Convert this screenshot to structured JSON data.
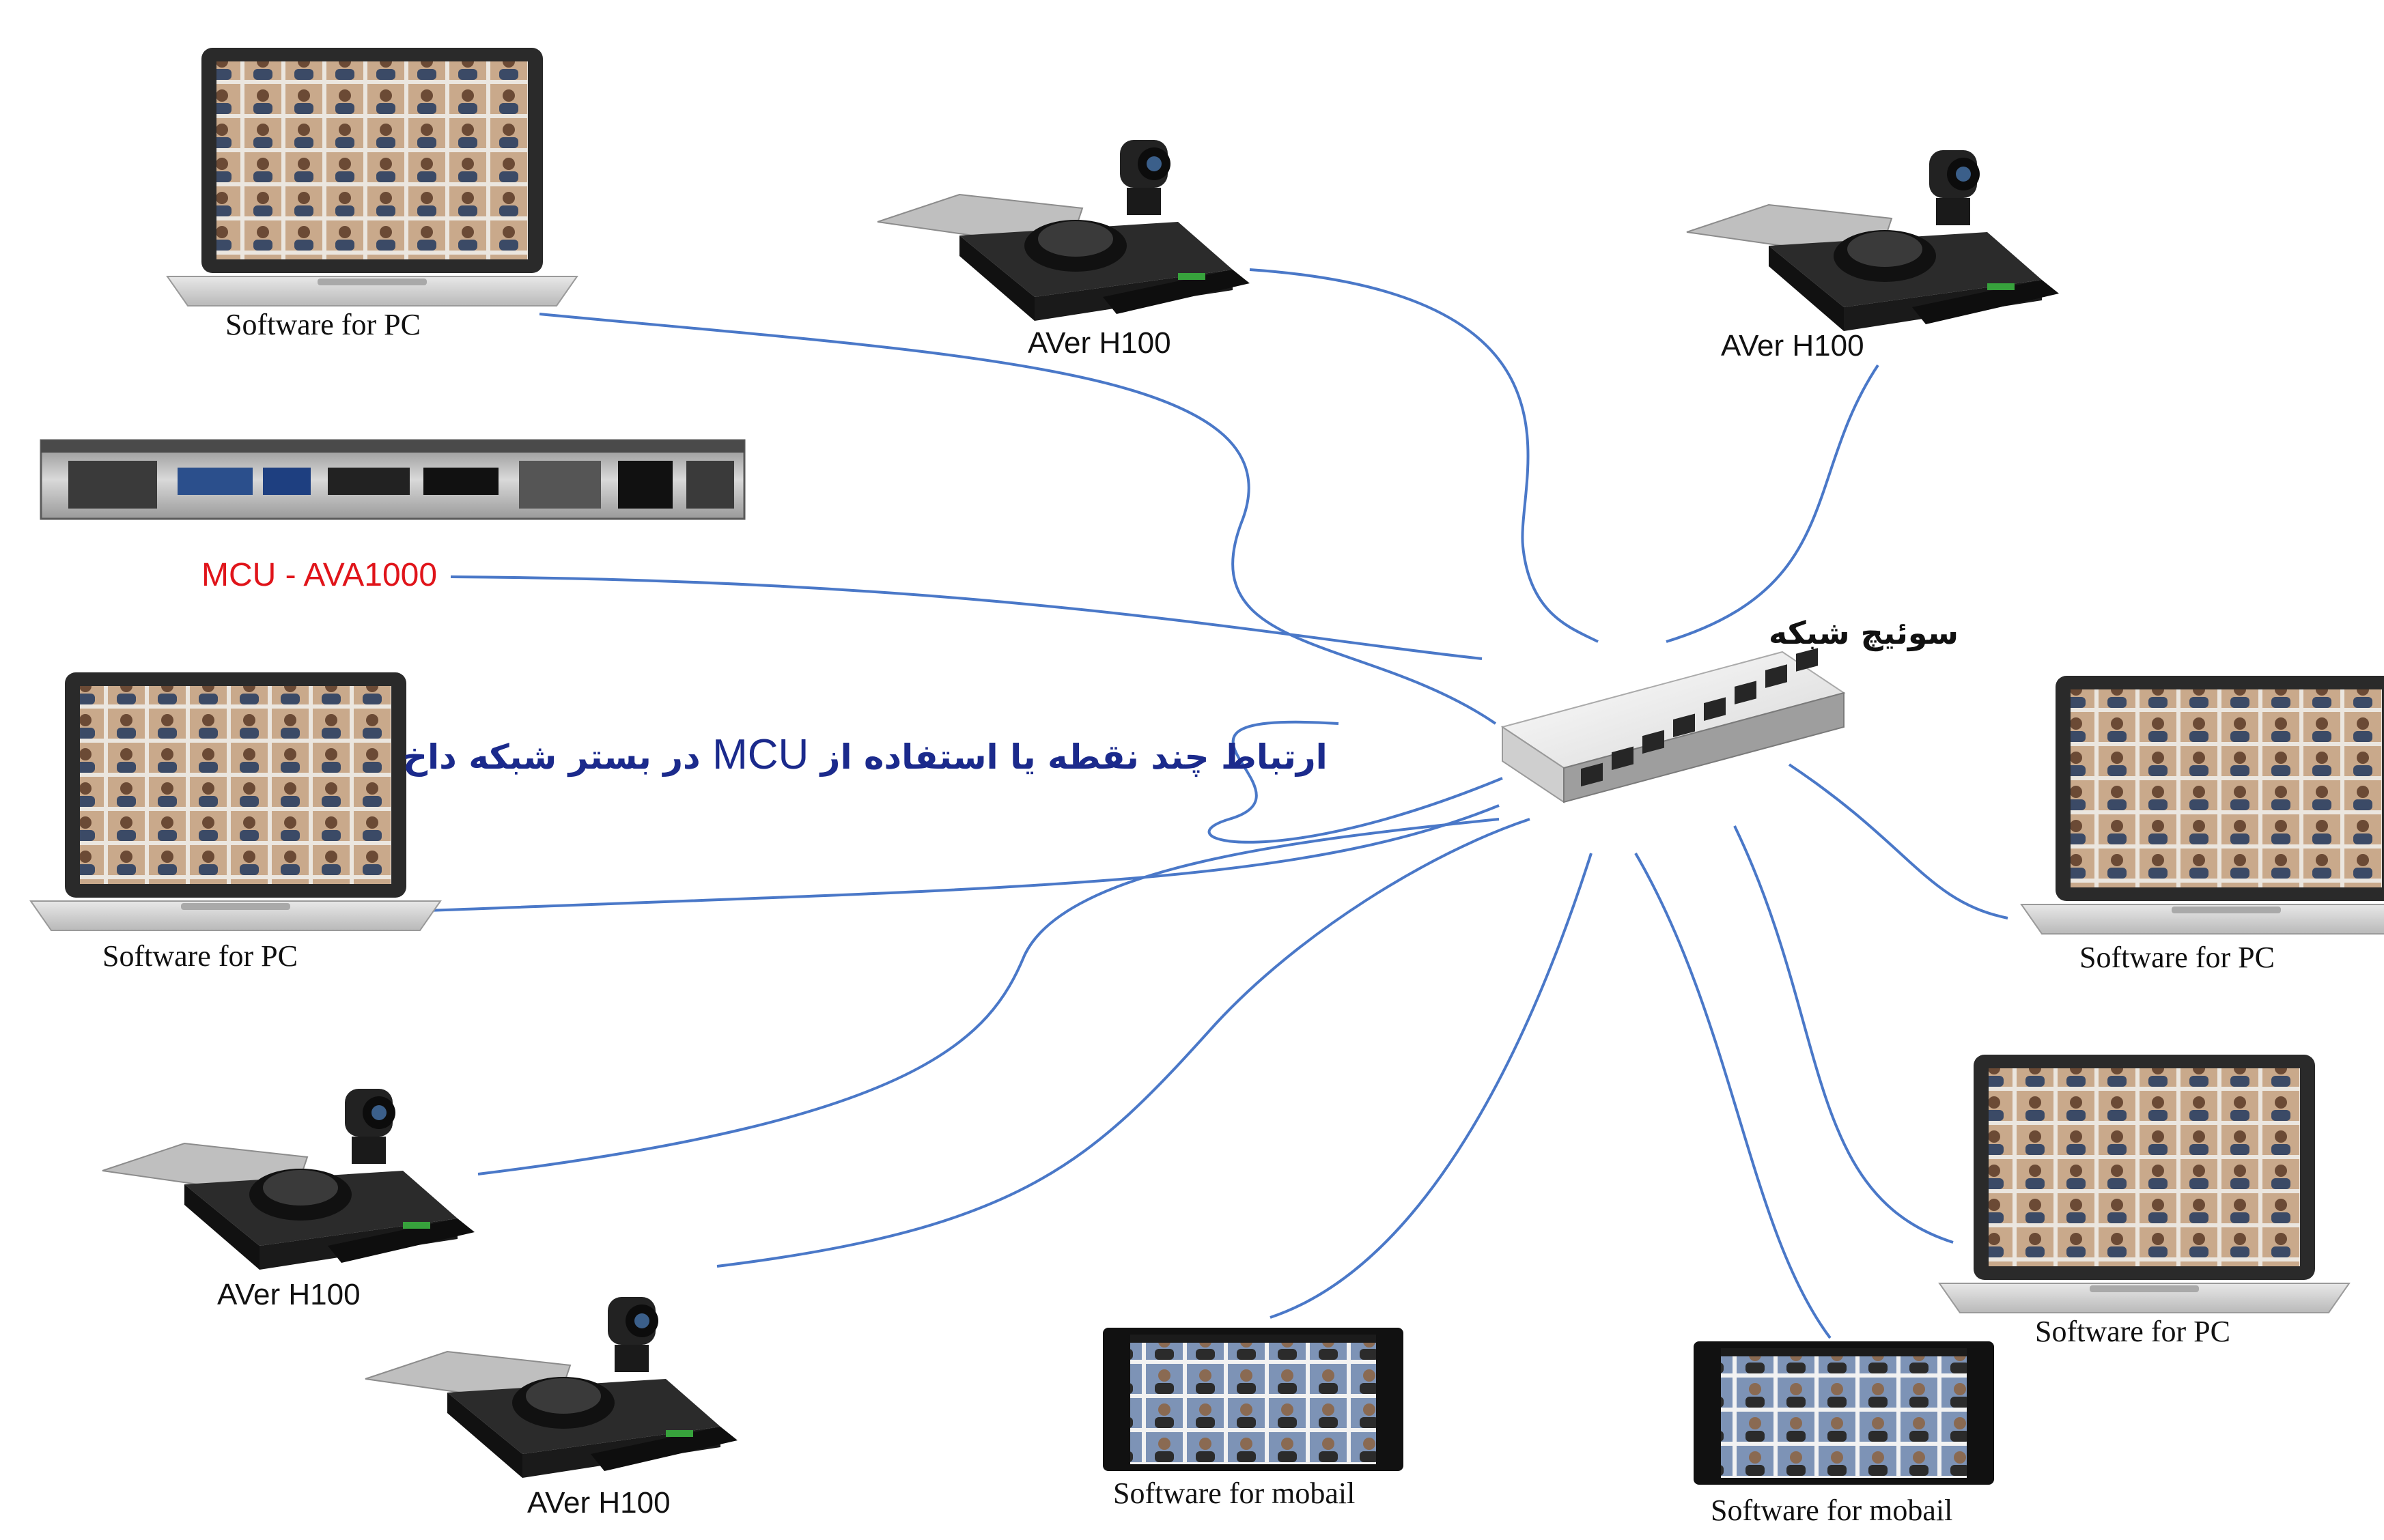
{
  "colors": {
    "link": "#4a78c8",
    "caption": "#1b2a8c",
    "mcu_label": "#e0141a",
    "device_body": "#1f1f1f",
    "screen_tile_a": "#c9a98b",
    "screen_tile_b": "#7d93b6"
  },
  "icons": [
    "laptop-icon",
    "video-conference-unit-icon",
    "mcu-server-icon",
    "network-switch-icon",
    "smartphone-icon"
  ],
  "caption": {
    "before": "ارتباط چند نقطه یا استفاده از ",
    "latin": "MCU",
    "after": "  در بستر شبکه داخ"
  },
  "switch": {
    "label": "سوئیچ شبکه"
  },
  "mcu": {
    "label": "MCU - AVA1000"
  },
  "nodes": {
    "pc_top_left": "Software for PC",
    "pc_mid_left": "Software for PC",
    "pc_mid_right": "Software for PC",
    "pc_bottom_right": "Software for PC",
    "h100_top_center": "AVer H100",
    "h100_top_right": "AVer H100",
    "h100_bottom_left": "AVer H100",
    "h100_bottom_center": "AVer H100",
    "mobile_center": "Software for mobail",
    "mobile_right": "Software for mobail"
  }
}
